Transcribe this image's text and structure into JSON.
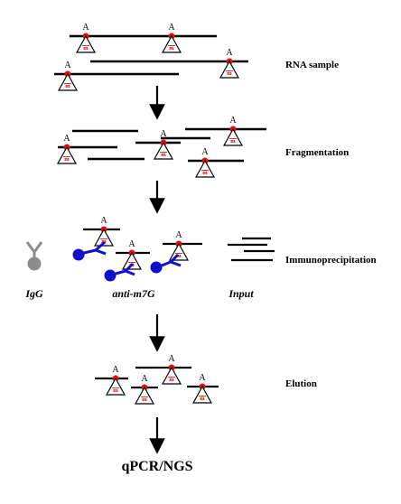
{
  "stages": {
    "rna_sample": "RNA sample",
    "fragmentation": "Fragmentation",
    "immunoprecipitation": "Immunoprecipitation",
    "elution": "Elution",
    "final": "qPCR/NGS"
  },
  "groups": {
    "igg": "IgG",
    "anti_m7g": "anti-m7G",
    "input": "Input"
  },
  "marks": {
    "nucleotide": "A",
    "cap_glyph": "m"
  },
  "colors": {
    "line": "#000000",
    "m7g_dot": "#e01010",
    "cap_text": "#cc0000",
    "antibody": "#1010cc",
    "igg": "#8c8c8c"
  }
}
